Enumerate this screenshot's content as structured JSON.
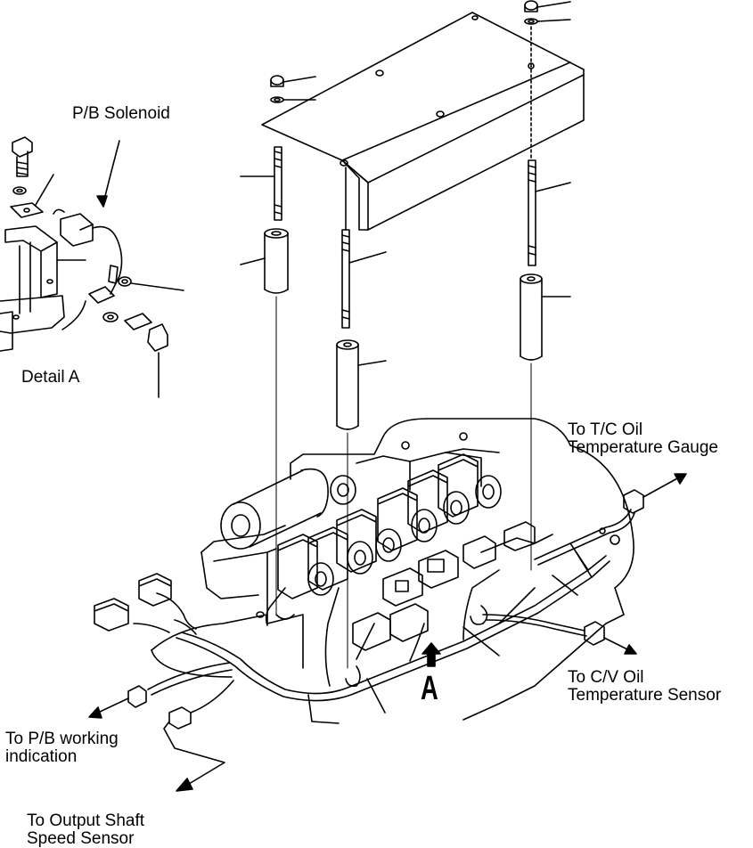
{
  "labels": {
    "pb_solenoid": "P/B Solenoid",
    "detail_a": "Detail A",
    "tc_oil_line1": "To T/C Oil",
    "tc_oil_line2": "Temperature Gauge",
    "cv_oil_line1": "To C/V Oil",
    "cv_oil_line2": "Temperature Sensor",
    "pb_working_line1": "To P/B working",
    "pb_working_line2": "indication",
    "output_shaft_line1": "To Output Shaft",
    "output_shaft_line2": "Speed Sensor",
    "view_marker": "A"
  },
  "colors": {
    "ink": "#000000",
    "paper": "#ffffff"
  }
}
